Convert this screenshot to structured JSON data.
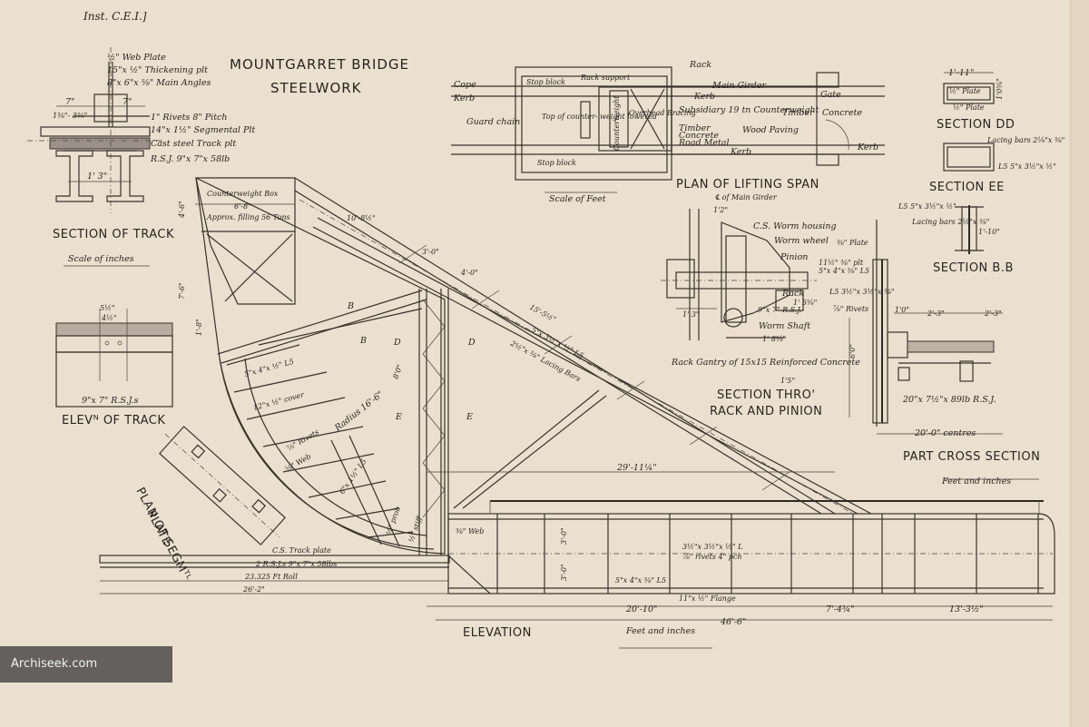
{
  "header": {
    "reference": "Inst. C.E.I.]"
  },
  "title": {
    "line1": "MOUNTGARRET BRIDGE",
    "line2": "STEELWORK"
  },
  "section_track": {
    "title": "SECTION OF TRACK",
    "scale": "Scale of inches",
    "labels": {
      "web_plate": "½\" Web Plate",
      "thickening": "15\"x ½\" Thickening plt",
      "main_angles": "8\"x 6\"x ⅝\" Main Angles",
      "dim7a": "7\"",
      "dim7b": "7\"",
      "dim_small": "1⅜\"- 3⅜\"",
      "rivets": "1\" Rivets 8\" Pitch",
      "segmental": "14\"x 1½\" Segmental Plt",
      "track_plt": "Cast steel Track plt",
      "rsj": "R.S.J.  9\"x 7\"x 58lb",
      "span": "1' 3\""
    }
  },
  "elev_track": {
    "title": "ELEVᴺ OF TRACK",
    "rsj": "9\"x 7\" R.S.J.s",
    "d1": "5½\"",
    "d2": "4½\""
  },
  "plan_segment": {
    "line1": "PLAN OF SEGMᵀᴸ",
    "line2": "PLATE"
  },
  "lifting_span": {
    "title": "PLAN OF LIFTING SPAN",
    "scale": "Scale of Feet",
    "labels": {
      "cope": "Cope",
      "kerb_l": "Kerb",
      "guard_chain": "Guard chain",
      "stop_block_t": "Stop block",
      "rack_support": "Rack support",
      "rack": "Rack",
      "main_girder": "Main Girder",
      "kerb_t": "Kerb",
      "gate": "Gate",
      "top_cw": "Top of counter- weight lowered",
      "overhead_bracing": "Overhead Bracing",
      "counterweight": "Counterweight",
      "subsidiary": "Subsidiary 19 tn Counterweight",
      "timber": "Timber",
      "concrete": "Concrete",
      "road_metal": "Road Metal",
      "wood_paving": "Wood Paving",
      "timber_r": "Timber",
      "concrete_r": "Concrete",
      "kerb_b": "Kerb",
      "kerb_r": "Kerb",
      "stop_block_b": "Stop block"
    }
  },
  "section_dd": {
    "title": "SECTION DD",
    "dim": "1'-11\"",
    "plate": "½\" Plate",
    "plate2": "½\" Plate",
    "h": "1'0⅝\""
  },
  "section_ee": {
    "title": "SECTION EE",
    "lacing": "Lacing bars 2⅛\"x ⅜\"",
    "angles": "L5 5\"x 3½\"x ½\""
  },
  "section_bb": {
    "title": "SECTION B.B",
    "angles": "L5 5\"x 3½\"x ½\"",
    "lacing": "Lacing bars 2½\"x ⅜\"",
    "h": "1'-10\""
  },
  "rack_pinion": {
    "title1": "SECTION THRO'",
    "title2": "RACK AND PINION",
    "labels": {
      "main_girder": "℄ of Main Girder",
      "d12": "1'2\"",
      "worm_housing": "C.S. Worm housing",
      "worm_wheel": "Worm wheel",
      "pinion": "Pinion",
      "rack": "Rack",
      "d15": "1' 5⅝\"",
      "rsj": "9\"x 7\" R.S.J.",
      "d13": "1' 3\"",
      "worm_shaft": "Worm Shaft",
      "gantry": "Rack Gantry of 15x15 Reinforced Concrete",
      "d15b": "1'5\"",
      "d183": "1' 8⅝\""
    }
  },
  "part_cross": {
    "title": "PART CROSS SECTION",
    "scale": "Feet and inches",
    "labels": {
      "plate": "⅜\" Plate",
      "plt": "11½\" ⅜\" plt",
      "angles": "5\"x 4\"x ⅜\" L5",
      "l5": "L5 3½\"x 3½\"x ⅜\"",
      "rivets": "⅞\" Rivets",
      "d10": "1'0\"",
      "d23a": "2'-3\"",
      "d23b": "2'-3\"",
      "d60": "6'0\"",
      "rsj": "20\"x 7½\"x 89lb R.S.J.",
      "centres": "20'-0\" centres"
    }
  },
  "elevation": {
    "title": "ELEVATION",
    "scale": "Feet and inches",
    "labels": {
      "cw_box": "Counterweight Box",
      "cw_dim": "6'-8\"",
      "cw_fill": "Approx. filling 56 Tons",
      "d46": "4'-6\"",
      "d76": "7'-6\"",
      "d18": "1'-8\"",
      "d1082": "10'-8½\"",
      "d30": "3'-0\"",
      "d40": "4'-0\"",
      "d155": "15'-5½\"",
      "bars": "5\"x 3½\"x ½\" L5",
      "lacing": "2½\"x ⅜\" Lacing Bars",
      "b1": "B",
      "b2": "B",
      "d1": "D",
      "d2": "D",
      "e1": "E",
      "e2": "E",
      "d80": "8'0\"",
      "radius": "Radius 16'-6\"",
      "seg_l": "5\"x 4\"x ½\" L5",
      "cover": "12\"x ½\" cover",
      "riv": "⅞\" Rivets",
      "web": "⅝\" Web",
      "d15a": "6\"x 1½\" L5",
      "d2911": "29'-11¼\"",
      "webr": "⅜\" Web",
      "sl": "3½\"x 3½\"x ½\" L",
      "riv4": "⅞\" rivets 4\" pch",
      "l5": "5\"x 4\"x ⅜\" L5",
      "flange": "11\"x ½\" Flange",
      "d30v": "3'-0\"",
      "d30v2": "3'-0\"",
      "d2010": "20'-10\"",
      "d744": "7'-4¾\"",
      "d1332": "13'-3½\"",
      "d466": "46'-6\"",
      "track_plate": "C.S. Track plate",
      "rsjs": "2 R.S.J.s   9\"x 7\"x 58lbs",
      "roll": "23.325 Ft Roll",
      "d262": "26'-2\"",
      "stiff": "½\" stiff",
      "x1": "½\" prob"
    }
  },
  "watermark": {
    "text": "Archiseek.com"
  }
}
